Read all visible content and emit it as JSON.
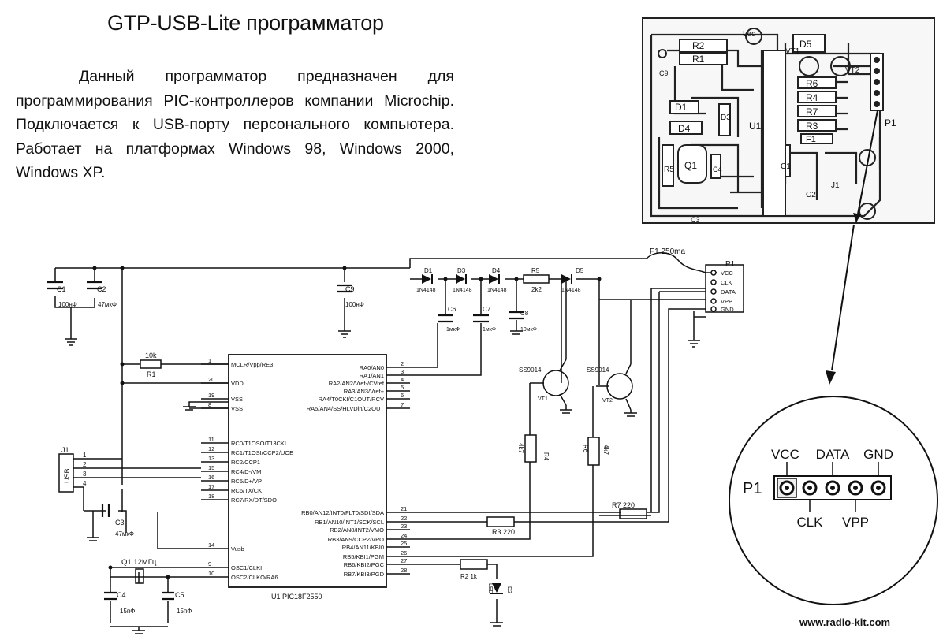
{
  "header": {
    "title": "GTP-USB-Lite программатор",
    "description": "Данный программатор предназначен для программирования PIC-контроллеров компании Microchip. Подключается к USB-порту персонального компьютера. Работает на платформах Windows 98, Windows 2000, Windows XP."
  },
  "footer": {
    "website": "www.radio-kit.com"
  },
  "pcb": {
    "labels": {
      "r2": "R2",
      "led": "Led",
      "vt1": "VT1",
      "d5": "D5",
      "r1": "R1",
      "vt2": "VT2",
      "r6": "R6",
      "r4": "R4",
      "r7": "R7",
      "r3": "R3",
      "d1": "D1",
      "d3": "D3",
      "d4": "D4",
      "u1": "U1",
      "p1": "P1",
      "f1": "F1",
      "c1": "C1",
      "r5": "R5",
      "q1": "Q1",
      "c4": "C4",
      "c2": "C2",
      "j1": "J1",
      "c3": "C3",
      "c9": "C9"
    }
  },
  "connector_detail": {
    "title": "P1",
    "top_labels": [
      "VCC",
      "DATA",
      "GND"
    ],
    "bottom_labels": [
      "CLK",
      "VPP"
    ]
  },
  "schematic": {
    "fuse": "F1  250ma",
    "p1": {
      "ref": "P1",
      "pins": [
        "VCC",
        "CLK",
        "DATA",
        "VPP",
        "GND"
      ]
    },
    "caps": {
      "c1": {
        "ref": "C1",
        "val": "100нФ"
      },
      "c2": {
        "ref": "C2",
        "val": "47мкФ"
      },
      "c9": {
        "ref": "C9",
        "val": "100нФ"
      },
      "c6": {
        "ref": "C6",
        "val": "1мкФ"
      },
      "c7": {
        "ref": "C7",
        "val": "1мкФ"
      },
      "c8": {
        "ref": "C8",
        "val": "10мкФ"
      },
      "c3": {
        "ref": "C3",
        "val": "47мкФ"
      },
      "c4": {
        "ref": "C4",
        "val": "15пФ"
      },
      "c5": {
        "ref": "C5",
        "val": "15пФ"
      }
    },
    "diodes": {
      "d1": {
        "ref": "D1",
        "val": "1N4148"
      },
      "d3": {
        "ref": "D3",
        "val": "1N4148"
      },
      "d4": {
        "ref": "D4",
        "val": "1N4148"
      },
      "d5": {
        "ref": "D5",
        "val": "1N4148"
      }
    },
    "r5": {
      "ref": "R5",
      "val": "2k2"
    },
    "r1": {
      "ref": "R1",
      "val": "10k"
    },
    "r4": {
      "ref": "R4",
      "val": "4k7"
    },
    "r6": {
      "ref": "R6",
      "val": "4k7"
    },
    "r7": {
      "label": "R7  220"
    },
    "r3": {
      "label": "R3  220"
    },
    "r2": {
      "label": "R2   1k"
    },
    "d2": {
      "ref": "D2",
      "val": "LED"
    },
    "vt1": {
      "ref": "VT1",
      "type": "SS9014"
    },
    "vt2": {
      "ref": "VT2",
      "type": "SS9014"
    },
    "q1": {
      "label": "Q1  12МГц"
    },
    "j1": {
      "ref": "J1",
      "val": "USB"
    },
    "u1": {
      "label": "U1   PIC18F2550"
    },
    "u1_left_pins": [
      {
        "num": "1",
        "name": "MCLR/Vpp/RE3"
      },
      {
        "num": "20",
        "name": "VDD"
      },
      {
        "num": "19",
        "name": "VSS"
      },
      {
        "num": "8",
        "name": "VSS"
      },
      {
        "num": "11",
        "name": "RC0/T1OSO/T13CKI"
      },
      {
        "num": "12",
        "name": "RC1/T1OSI/CCP2/UOE"
      },
      {
        "num": "13",
        "name": "RC2/CCP1"
      },
      {
        "num": "15",
        "name": "RC4/D-/VM"
      },
      {
        "num": "16",
        "name": "RC5/D+/VP"
      },
      {
        "num": "17",
        "name": "RC6/TX/CK"
      },
      {
        "num": "18",
        "name": "RC7/RX/DT/SDO"
      },
      {
        "num": "14",
        "name": "Vusb"
      },
      {
        "num": "9",
        "name": "OSC1/CLKI"
      },
      {
        "num": "10",
        "name": "OSC2/CLKO/RA6"
      }
    ],
    "u1_right_pins": [
      {
        "num": "2",
        "name": "RA0/AN0"
      },
      {
        "num": "3",
        "name": "RA1/AN1"
      },
      {
        "num": "4",
        "name": "RA2/AN2/Vref-/CVref"
      },
      {
        "num": "5",
        "name": "RA3/AN3/Vref+"
      },
      {
        "num": "6",
        "name": "RA4/T0CKI/C1OUT/RCV"
      },
      {
        "num": "7",
        "name": "RA5/AN4/SS/HLVDin/C2OUT"
      },
      {
        "num": "21",
        "name": "RB0/AN12/INT0/FLT0/SDI/SDA"
      },
      {
        "num": "22",
        "name": "RB1/AN10/INT1/SCK/SCL"
      },
      {
        "num": "23",
        "name": "RB2/AN8/INT2/VMO"
      },
      {
        "num": "24",
        "name": "RB3/AN9/CCP2/VPO"
      },
      {
        "num": "25",
        "name": "RB4/AN11/KBI0"
      },
      {
        "num": "26",
        "name": "RB5/KBI1/PGM"
      },
      {
        "num": "27",
        "name": "RB6/KBI2/PGC"
      },
      {
        "num": "28",
        "name": "RB7/KBI3/PGD"
      }
    ],
    "usb_pins": [
      "1",
      "2",
      "3",
      "4"
    ]
  }
}
